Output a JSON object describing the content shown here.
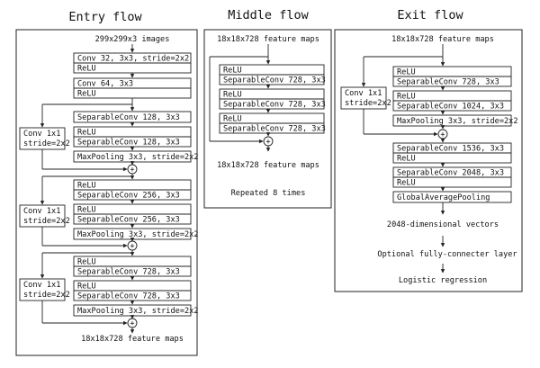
{
  "titles": {
    "entry": "Entry flow",
    "middle": "Middle flow",
    "exit": "Exit flow"
  },
  "entry": {
    "input": "299x299x3 images",
    "stem1": [
      "Conv 32, 3x3, stride=2x2",
      "ReLU"
    ],
    "stem2": [
      "Conv 64, 3x3",
      "ReLU"
    ],
    "blocks": [
      {
        "shortcut": [
          "Conv 1x1",
          "stride=2x2"
        ],
        "sep1": [
          "SeparableConv 128, 3x3"
        ],
        "sep2": [
          "ReLU",
          "SeparableConv 128, 3x3"
        ],
        "pool": [
          "MaxPooling 3x3, stride=2x2"
        ]
      },
      {
        "shortcut": [
          "Conv 1x1",
          "stride=2x2"
        ],
        "sep1": [
          "ReLU",
          "SeparableConv 256, 3x3"
        ],
        "sep2": [
          "ReLU",
          "SeparableConv 256, 3x3"
        ],
        "pool": [
          "MaxPooling 3x3, stride=2x2"
        ]
      },
      {
        "shortcut": [
          "Conv 1x1",
          "stride=2x2"
        ],
        "sep1": [
          "ReLU",
          "SeparableConv 728, 3x3"
        ],
        "sep2": [
          "ReLU",
          "SeparableConv 728, 3x3"
        ],
        "pool": [
          "MaxPooling 3x3, stride=2x2"
        ]
      }
    ],
    "output": "18x18x728 feature maps"
  },
  "middle": {
    "input": "18x18x728 feature maps",
    "layers": [
      [
        "ReLU",
        "SeparableConv 728, 3x3"
      ],
      [
        "ReLU",
        "SeparableConv 728, 3x3"
      ],
      [
        "ReLU",
        "SeparableConv 728, 3x3"
      ]
    ],
    "output": "18x18x728 feature maps",
    "repeat": "Repeated 8 times"
  },
  "exit": {
    "input": "18x18x728 feature maps",
    "shortcut": [
      "Conv 1x1",
      "stride=2x2"
    ],
    "sep1": [
      "ReLU",
      "SeparableConv 728, 3x3"
    ],
    "sep2": [
      "ReLU",
      "SeparableConv 1024, 3x3"
    ],
    "pool": [
      "MaxPooling 3x3, stride=2x2"
    ],
    "sep3": [
      "SeparableConv 1536, 3x3",
      "ReLU"
    ],
    "sep4": [
      "SeparableConv 2048, 3x3",
      "ReLU"
    ],
    "gap": [
      "GlobalAveragePooling"
    ],
    "vectors": "2048-dimensional vectors",
    "fc": "Optional fully-connecter layer",
    "logistic": "Logistic regression"
  },
  "plus_symbol": "+"
}
